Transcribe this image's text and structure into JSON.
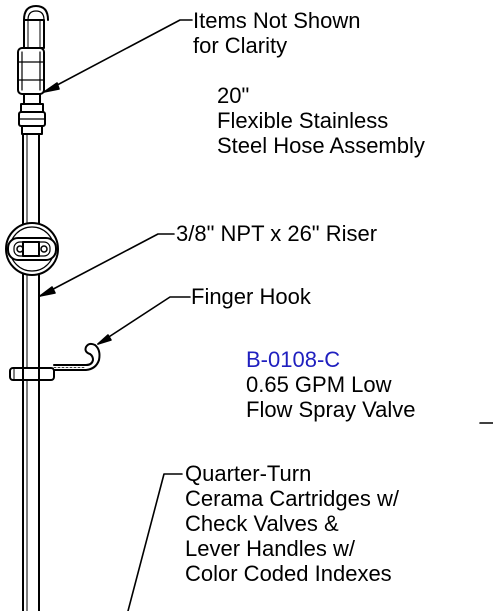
{
  "colors": {
    "line": "#000000",
    "part_number": "#1f1fbf",
    "background": "#ffffff"
  },
  "labels": {
    "items_not_shown": [
      "Items Not Shown",
      "for Clarity"
    ],
    "hose": [
      "20\"",
      "Flexible Stainless",
      "Steel Hose Assembly"
    ],
    "riser": "3/8\" NPT x 26\" Riser",
    "finger_hook": "Finger Hook",
    "spray_valve": {
      "part_number": "B-0108-C",
      "lines": [
        "0.65 GPM Low",
        "Flow Spray Valve"
      ]
    },
    "cartridges": [
      "Quarter-Turn",
      "Cerama Cartridges w/",
      "Check Valves &",
      "Lever Handles w/",
      "Color Coded Indexes"
    ]
  }
}
